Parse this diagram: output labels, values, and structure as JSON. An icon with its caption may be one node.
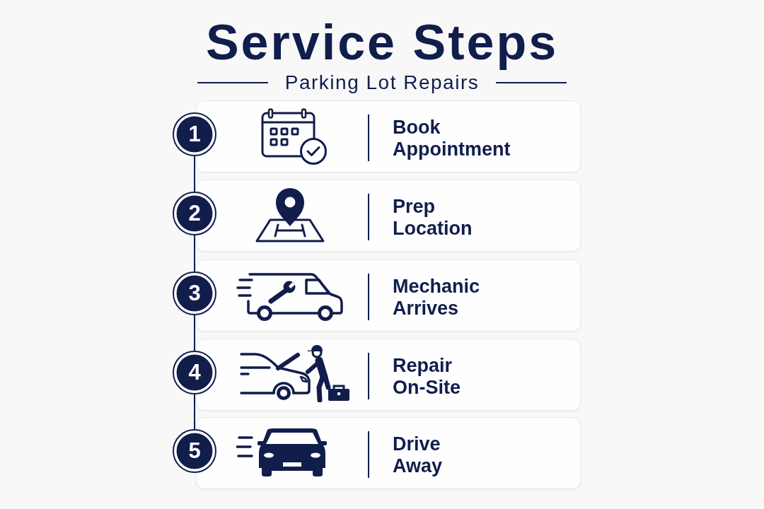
{
  "diagram": {
    "title": "Service Steps",
    "nodes": [
      {
        "text": [
          "1"
        ]
      },
      {
        "text": [
          "Book Appointment"
        ]
      },
      {
        "text": [
          "2"
        ]
      },
      {
        "text": [
          "Prep Location"
        ]
      },
      {
        "text": [
          "3"
        ]
      },
      {
        "text": [
          "Mechanic Arrives"
        ]
      },
      {
        "text": [
          "4"
        ]
      },
      {
        "text": [
          "Repair On-Site"
        ]
      },
      {
        "text": [
          "5"
        ]
      },
      {
        "text": [
          "Drive Away"
        ]
      }
    ],
    "edges": [
      {
        "from": 0,
        "to": 2,
        "arrow": "none"
      },
      {
        "from": 2,
        "to": 4,
        "arrow": "none"
      },
      {
        "from": 4,
        "to": 6,
        "arrow": "none"
      },
      {
        "from": 6,
        "to": 8,
        "arrow": "none"
      }
    ],
    "labels": [
      "Parking Lot Repairs"
    ]
  }
}
